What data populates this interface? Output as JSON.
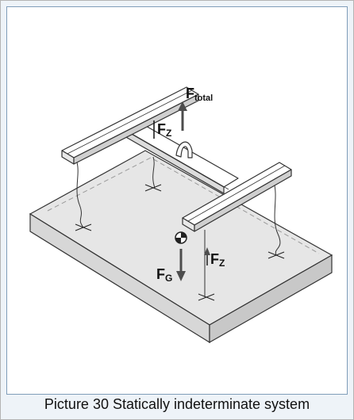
{
  "caption": "Picture 30  Statically indeterminate system",
  "labels": {
    "f_total_main": "F",
    "f_total_sub": "total",
    "f_z_main": "F",
    "f_z_sub": "Z",
    "f_g_main": "F",
    "f_g_sub": "G"
  },
  "colors": {
    "frame_background": "#eef3f8",
    "frame_border": "#7f9db9",
    "slab_top": "#e6e6e6",
    "slab_side": "#d2d2d2",
    "beam": "#ffffff",
    "arrow": "#4d4d4d"
  }
}
